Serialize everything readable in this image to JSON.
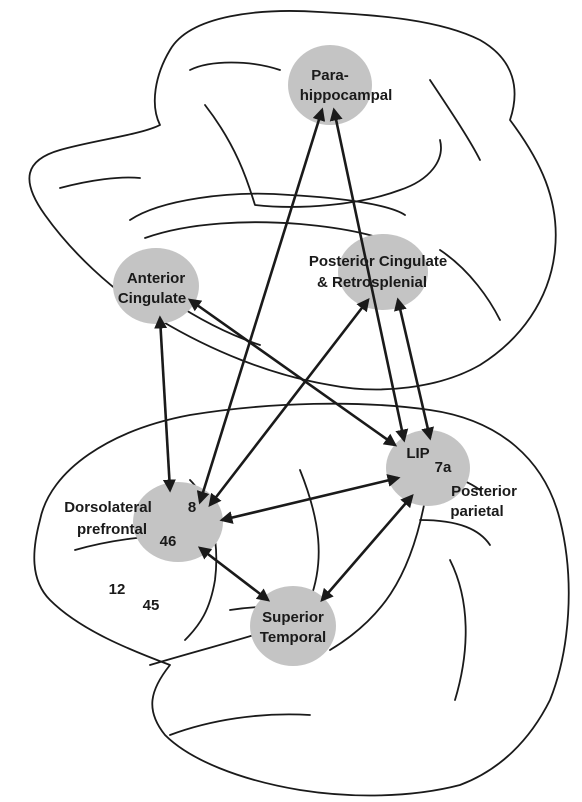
{
  "labels": {
    "parahippocampal_line1": "Para-",
    "parahippocampal_line2": "hippocampal",
    "posterior_cingulate_line1": "Posterior Cingulate",
    "posterior_cingulate_line2": "& Retrosplenial",
    "anterior_cingulate_line1": "Anterior",
    "anterior_cingulate_line2": "Cingulate",
    "lip": "LIP",
    "area_7a": "7a",
    "posterior_parietal_line1": "Posterior",
    "posterior_parietal_line2": "parietal",
    "dorsolateral_line1": "Dorsolateral",
    "dorsolateral_line2": "prefrontal",
    "area_8": "8",
    "area_46": "46",
    "area_12": "12",
    "area_45": "45",
    "superior_temporal_line1": "Superior",
    "superior_temporal_line2": "Temporal"
  },
  "colors": {
    "node_fill": "#c4c4c4",
    "line": "#1a1a1a",
    "background": "#ffffff"
  }
}
